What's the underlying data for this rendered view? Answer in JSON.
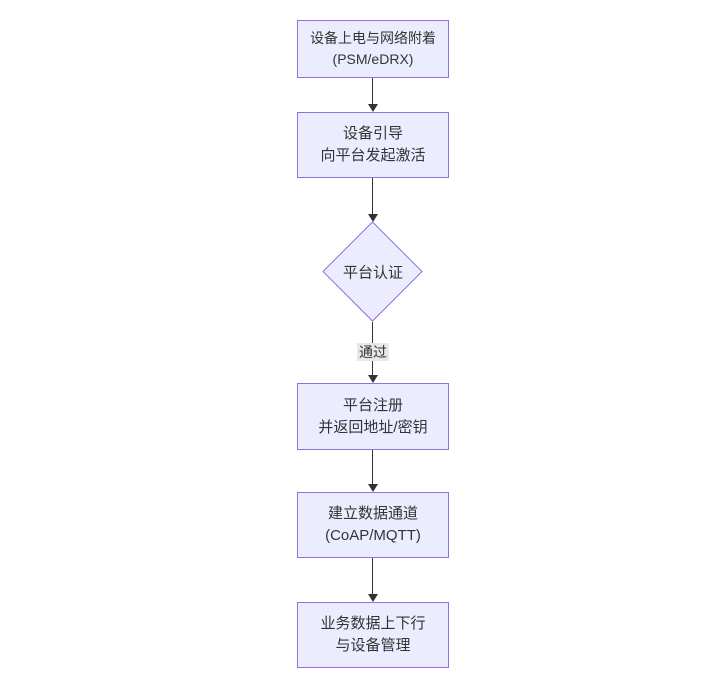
{
  "theme": {
    "canvas_bg": "#ffffff",
    "node_fill": "#ececff",
    "node_border": "#9370db",
    "text_color": "#333333",
    "edge_color": "#333333",
    "edge_label_bg": "#e8e8e8"
  },
  "flowchart": {
    "nodes": [
      {
        "id": "power-attach",
        "shape": "rect",
        "lines": [
          "设备上电与网络附着",
          "(PSM/eDRX)"
        ]
      },
      {
        "id": "bootstrap",
        "shape": "rect",
        "lines": [
          "设备引导",
          "向平台发起激活"
        ]
      },
      {
        "id": "platform-auth",
        "shape": "diamond",
        "label": "平台认证"
      },
      {
        "id": "register",
        "shape": "rect",
        "lines": [
          "平台注册",
          "并返回地址/密钥"
        ]
      },
      {
        "id": "data-channel",
        "shape": "rect",
        "lines": [
          "建立数据通道",
          "(CoAP/MQTT)"
        ]
      },
      {
        "id": "business",
        "shape": "rect",
        "lines": [
          "业务数据上下行",
          "与设备管理"
        ]
      }
    ],
    "edges": [
      {
        "from": "power-attach",
        "to": "bootstrap",
        "label": ""
      },
      {
        "from": "bootstrap",
        "to": "platform-auth",
        "label": ""
      },
      {
        "from": "platform-auth",
        "to": "register",
        "label": "通过"
      },
      {
        "from": "register",
        "to": "data-channel",
        "label": ""
      },
      {
        "from": "data-channel",
        "to": "business",
        "label": ""
      }
    ]
  }
}
